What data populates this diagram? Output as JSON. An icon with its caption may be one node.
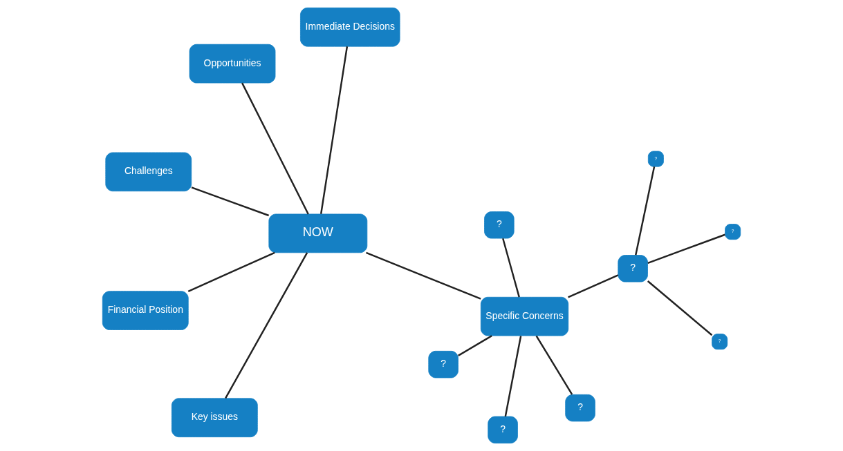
{
  "diagram": {
    "nodes": [
      {
        "text": [
          "NOW"
        ]
      },
      {
        "text": [
          "Immediate Decisions"
        ]
      },
      {
        "text": [
          "Key issues"
        ]
      },
      {
        "text": [
          "Challenges"
        ]
      },
      {
        "text": [
          "Opportunities"
        ]
      },
      {
        "text": [
          "Financial Position"
        ]
      },
      {
        "text": [
          "Specific Concerns"
        ]
      },
      {
        "text": [
          "?"
        ]
      },
      {
        "text": [
          "?"
        ]
      },
      {
        "text": [
          "?"
        ]
      },
      {
        "text": [
          "?"
        ]
      },
      {
        "text": [
          "?"
        ]
      },
      {
        "text": [
          "?"
        ]
      },
      {
        "text": [
          "?"
        ]
      },
      {
        "text": [
          "?"
        ]
      }
    ],
    "edges": [
      {
        "from": 0,
        "to": 1,
        "arrow": "none"
      },
      {
        "from": 0,
        "to": 2,
        "arrow": "none"
      },
      {
        "from": 0,
        "to": 3,
        "arrow": "none"
      },
      {
        "from": 0,
        "to": 4,
        "arrow": "none"
      },
      {
        "from": 0,
        "to": 5,
        "arrow": "none"
      },
      {
        "from": 0,
        "to": 6,
        "arrow": "none"
      },
      {
        "from": 6,
        "to": 7,
        "arrow": "none"
      },
      {
        "from": 6,
        "to": 8,
        "arrow": "none"
      },
      {
        "from": 6,
        "to": 9,
        "arrow": "none"
      },
      {
        "from": 6,
        "to": 10,
        "arrow": "none"
      },
      {
        "from": 6,
        "to": 11,
        "arrow": "none"
      },
      {
        "from": 11,
        "to": 12,
        "arrow": "none"
      },
      {
        "from": 11,
        "to": 13,
        "arrow": "none"
      },
      {
        "from": 11,
        "to": 14,
        "arrow": "none"
      }
    ]
  }
}
